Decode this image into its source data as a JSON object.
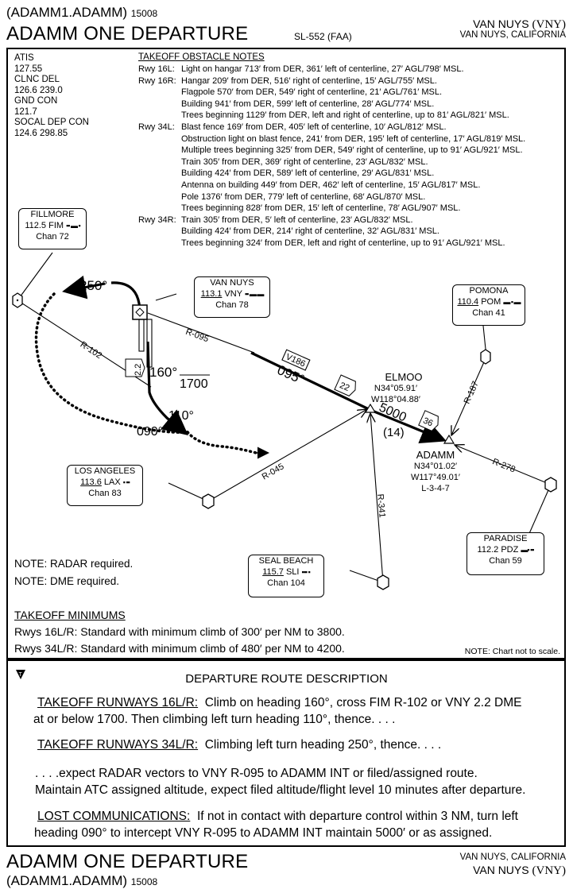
{
  "header": {
    "computer_code": "(ADAMM1.ADAMM)",
    "amdt": "15008",
    "title": "ADAMM ONE DEPARTURE",
    "doc_id": "SL-552 (FAA)",
    "airport_name": "VAN NUYS",
    "airport_id": "(VNY)",
    "airport_city": "VAN NUYS, CALIFORNIA"
  },
  "comms": [
    {
      "label": "ATIS",
      "freq": "127.55"
    },
    {
      "label": "CLNC DEL",
      "freq": "126.6  239.0"
    },
    {
      "label": "GND CON",
      "freq": "121.7"
    },
    {
      "label": "SOCAL DEP CON",
      "freq": "124.6  298.85"
    }
  ],
  "obstacles": {
    "title": "TAKEOFF OBSTACLE NOTES",
    "lines": [
      {
        "rwy": "Rwy 16L:",
        "text": "Light on hangar 713′ from DER, 361′ left of centerline, 27′ AGL/798′ MSL."
      },
      {
        "rwy": "Rwy 16R:",
        "text": "Hangar 209′ from DER, 516′ right of centerline, 15′ AGL/755′ MSL."
      },
      {
        "rwy": "",
        "text": "Flagpole 570′ from DER, 549′ right of centerline, 21′ AGL/761′ MSL."
      },
      {
        "rwy": "",
        "text": "Building 941′ from DER, 599′ left of centerline, 28′ AGL/774′ MSL."
      },
      {
        "rwy": "",
        "text": "Trees beginning 1129′ from DER, left and right of centerline, up to 81′ AGL/821′ MSL."
      },
      {
        "rwy": "Rwy 34L:",
        "text": "Blast fence 169′ from DER, 405′ left of centerline, 10′ AGL/812′ MSL."
      },
      {
        "rwy": "",
        "text": "Obstruction light on blast fence, 241′ from DER, 195′ left of centerline, 17′ AGL/819′ MSL."
      },
      {
        "rwy": "",
        "text": "Multiple trees beginning 325′ from DER, 549′ right of centerline, up to 91′ AGL/921′ MSL."
      },
      {
        "rwy": "",
        "text": "Train 305′ from DER, 369′ right of centerline, 23′ AGL/832′ MSL."
      },
      {
        "rwy": "",
        "text": "Building 424′ from DER, 589′ left of centerline, 29′ AGL/831′ MSL."
      },
      {
        "rwy": "",
        "text": "Antenna on building 449′ from DER, 462′ left of centerline, 15′ AGL/817′ MSL."
      },
      {
        "rwy": "",
        "text": "Pole 1376′ from DER, 779′ left of centerline, 68′ AGL/870′ MSL."
      },
      {
        "rwy": "",
        "text": "Trees beginning 828′ from DER, 15′ left of centerline, 78′ AGL/907′ MSL."
      },
      {
        "rwy": "Rwy 34R:",
        "text": "Train 305′ from DER, 5′ left of centerline, 23′ AGL/832′ MSL."
      },
      {
        "rwy": "",
        "text": "Building 424′ from DER, 214′ right of centerline, 32′ AGL/831′ MSL."
      },
      {
        "rwy": "",
        "text": "Trees beginning 324′ from DER, left and right of centerline, up to 91′ AGL/921′ MSL."
      }
    ]
  },
  "navaids": {
    "fillmore": {
      "name": "FILLMORE",
      "freq": "112.5",
      "id": "FIM",
      "chan": "Chan 72"
    },
    "vannuys": {
      "name": "VAN NUYS",
      "freq": "113.1",
      "id": "VNY",
      "chan": "Chan 78"
    },
    "pomona": {
      "name": "POMONA",
      "freq": "110.4",
      "id": "POM",
      "chan": "Chan 41"
    },
    "losangeles": {
      "name": "LOS ANGELES",
      "freq": "113.6",
      "id": "LAX",
      "chan": "Chan 83"
    },
    "sealbeach": {
      "name": "SEAL BEACH",
      "freq": "115.7",
      "id": "SLI",
      "chan": "Chan 104"
    },
    "paradise": {
      "name": "PARADISE",
      "freq": "112.2",
      "id": "PDZ",
      "chan": "Chan 59"
    }
  },
  "fixes": {
    "elmoo": {
      "name": "ELMOO",
      "lat": "N34°05.91′",
      "lon": "W118°04.88′"
    },
    "adamm": {
      "name": "ADAMM",
      "lat": "N34°01.02′",
      "lon": "W117°49.01′",
      "chart": "L-3-4-7"
    }
  },
  "map_labels": {
    "hdg_250": "250°",
    "hdg_160": "160°",
    "alt_1700": "1700",
    "hdg_110": "110°",
    "hdg_090": "090°",
    "dme_22": "2.2",
    "r095": "R-095",
    "r102": "R-102",
    "r045": "R-045",
    "r341": "R-341",
    "r187": "R-187",
    "r278": "R-278",
    "v186": "V186",
    "crs_095": "095°",
    "dist_22": "22",
    "alt_5000": "5000",
    "dist_36": "36",
    "mileage_14": "(14)"
  },
  "notes": {
    "radar": "NOTE: RADAR required.",
    "dme": "NOTE: DME required.",
    "scale": "NOTE:  Chart not to scale."
  },
  "minimums": {
    "title": "TAKEOFF MINIMUMS",
    "line1": "Rwys 16L/R: Standard with minimum climb of 300′ per NM to 3800.",
    "line2": "Rwys 34L/R: Standard with minimum climb of 480′ per NM to 4200."
  },
  "route": {
    "title": "DEPARTURE ROUTE DESCRIPTION",
    "p1_head": "TAKEOFF RUNWAYS 16L/R:",
    "p1_text1": "  Climb on heading 160°, cross FIM R-102 or VNY 2.2 DME",
    "p1_text2": "at or below 1700.  Then climbing left turn heading 110°, thence. . . .",
    "p2_head": "TAKEOFF RUNWAYS 34L/R:",
    "p2_text": "  Climbing left turn heading 250°, thence. . . .",
    "p3_line1": ". . . .expect RADAR vectors to VNY R-095 to ADAMM INT or filed/assigned route.",
    "p3_line2": "Maintain ATC assigned altitude, expect filed altitude/flight level 10 minutes after departure.",
    "p4_head": "LOST COMMUNICATIONS:",
    "p4_text1": "  If not in contact with departure control within 3 NM, turn left",
    "p4_text2": "heading 090° to intercept VNY R-095 to ADAMM INT maintain 5000′ or as assigned."
  }
}
